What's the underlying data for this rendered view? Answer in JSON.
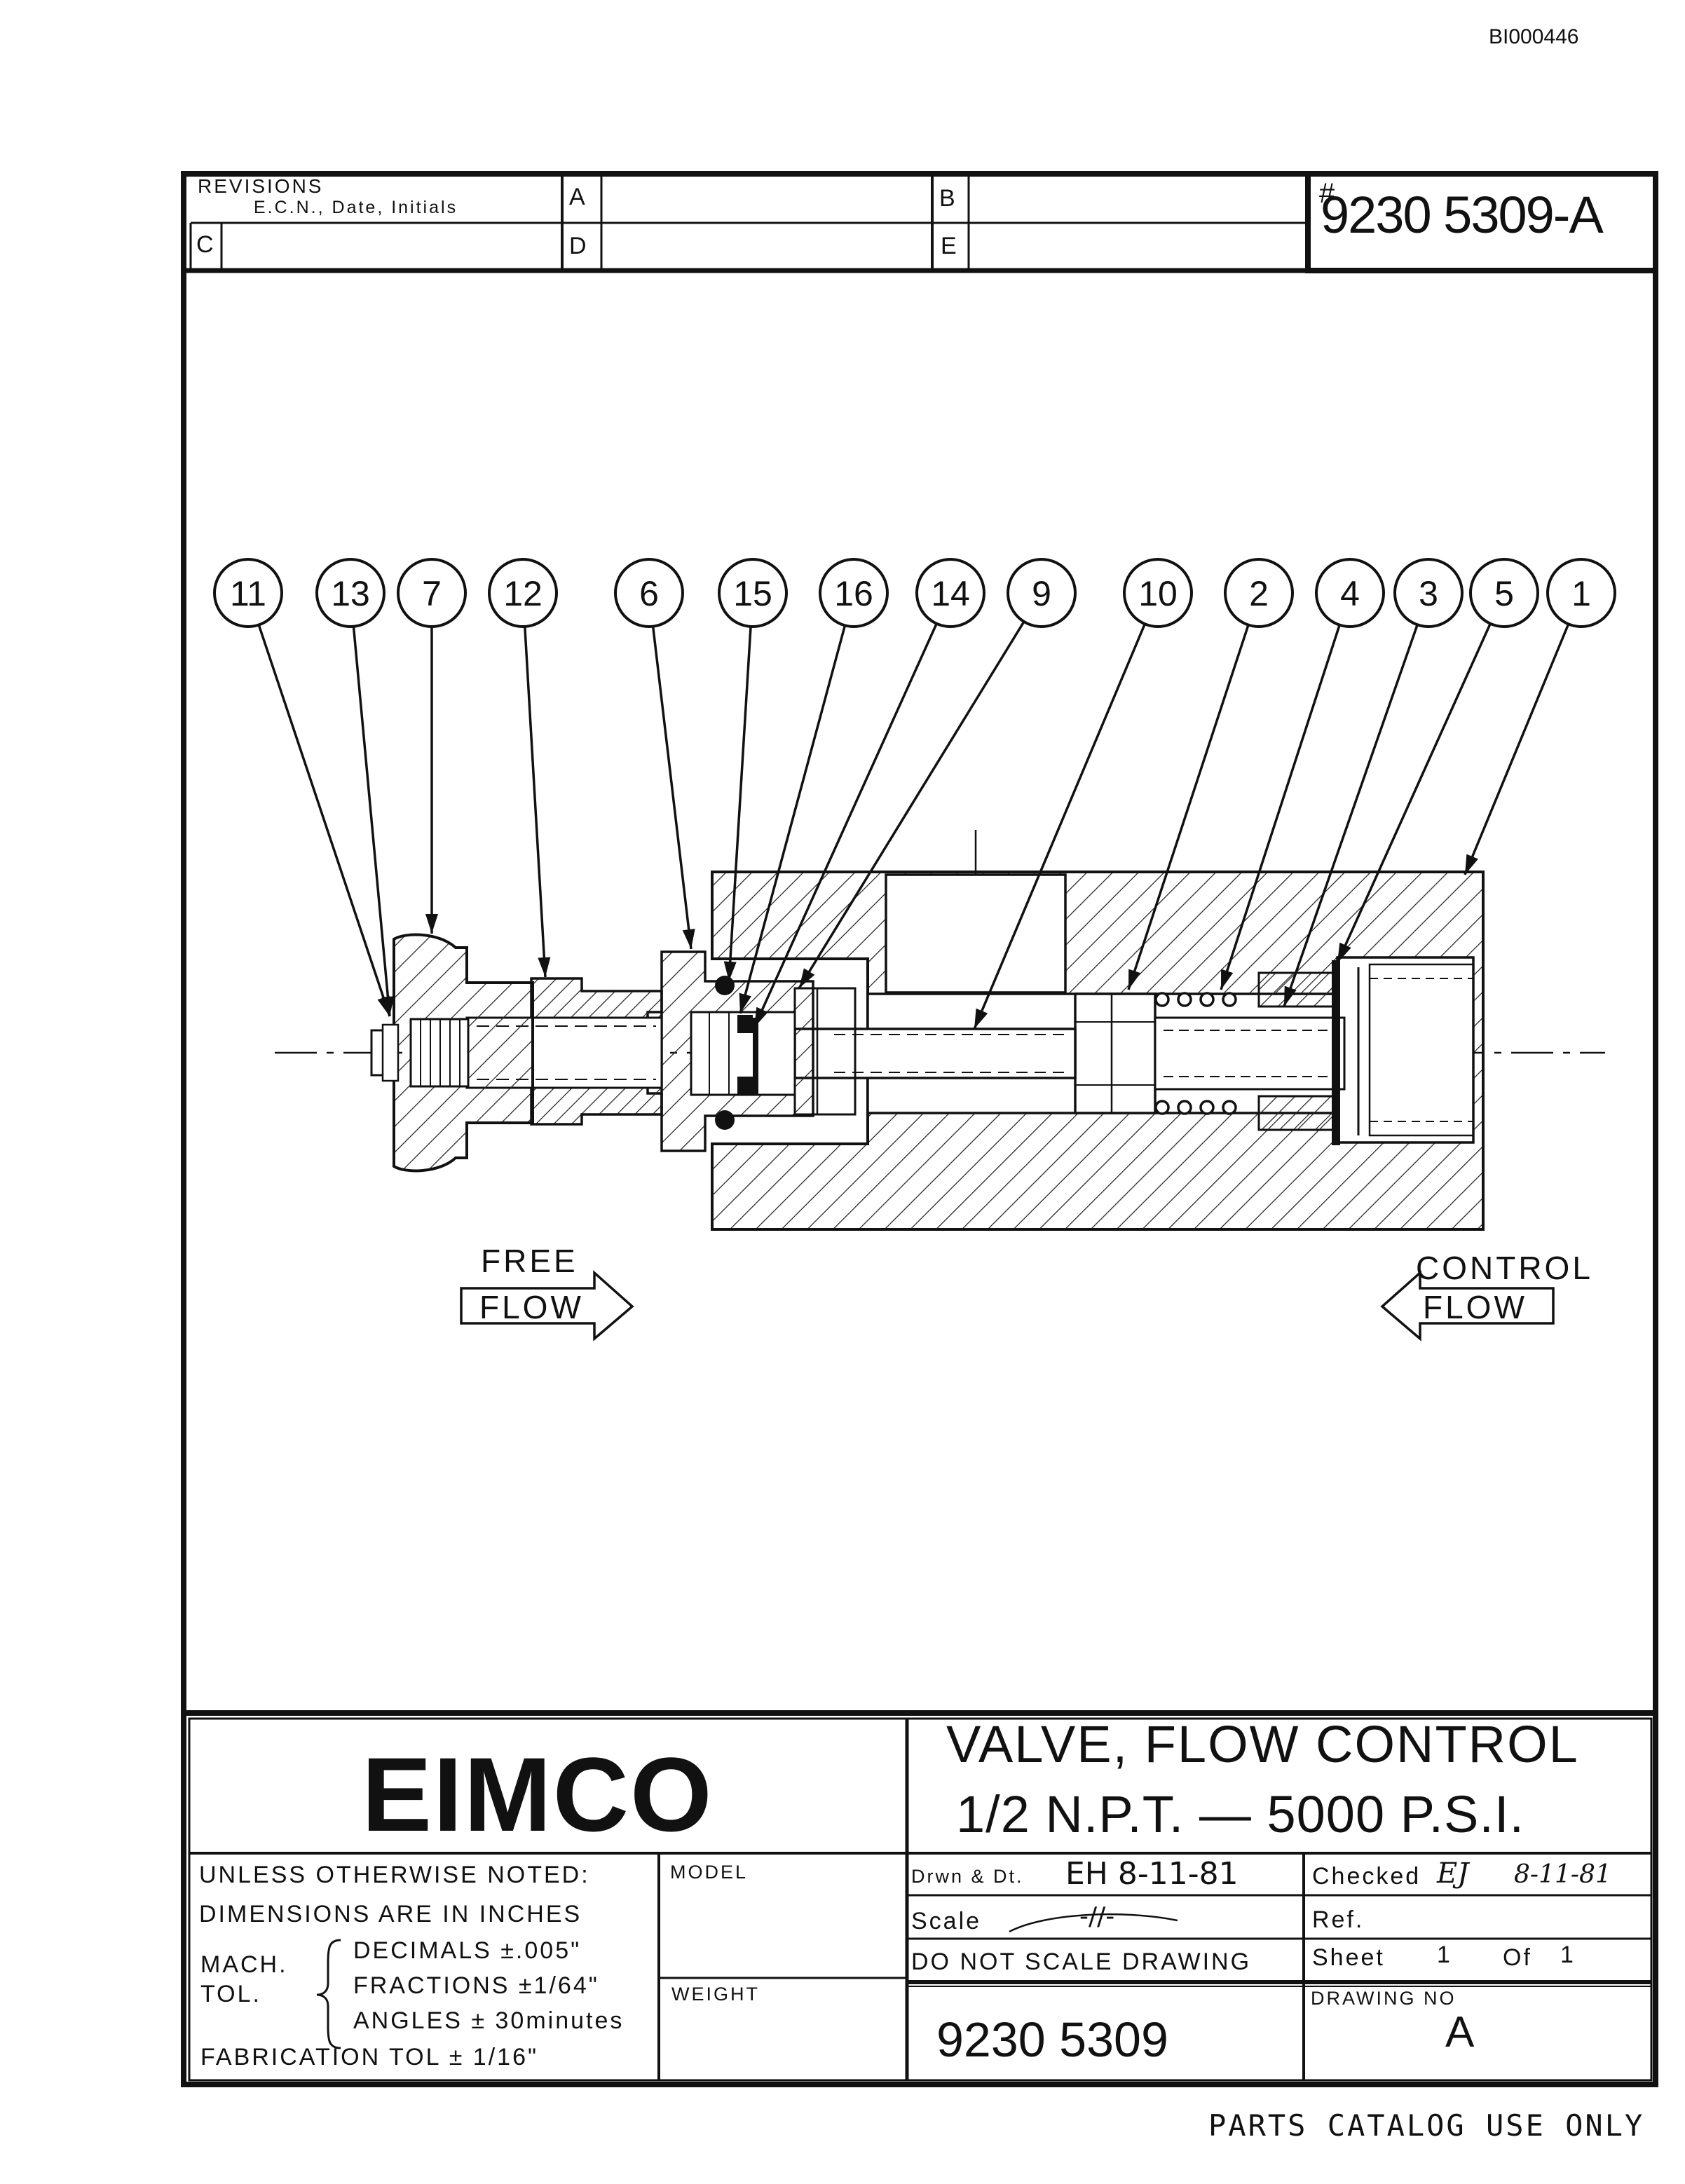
{
  "document_code": "BI000446",
  "revisions": {
    "title": "REVISIONS",
    "subtitle": "E.C.N., Date, Initials",
    "cells": [
      "A",
      "B",
      "C",
      "D",
      "E"
    ],
    "revision_hash": "#",
    "revision_number": "9230 5309-A"
  },
  "drawing": {
    "balloons": [
      "11",
      "13",
      "7",
      "12",
      "6",
      "15",
      "16",
      "14",
      "9",
      "10",
      "2",
      "4",
      "3",
      "5",
      "1"
    ],
    "free_flow": {
      "line1": "FREE",
      "line2": "FLOW"
    },
    "control_flow": {
      "line1": "CONTROL",
      "line2": "FLOW"
    }
  },
  "title_block": {
    "company": "EIMCO",
    "title_line1": "VALVE, FLOW CONTROL",
    "title_line2": "1/2 N.P.T. — 5000 P.S.I.",
    "notes": {
      "line1": "UNLESS OTHERWISE NOTED:",
      "line2": "DIMENSIONS ARE IN INCHES",
      "mach": "MACH.",
      "tol": "TOL.",
      "decimals": "DECIMALS ±.005\"",
      "fractions": "FRACTIONS ±1/64\"",
      "angles": "ANGLES ± 30minutes",
      "fabrication": "FABRICATION TOL ± 1/16\""
    },
    "model_label": "MODEL",
    "weight_label": "WEIGHT",
    "drawn_label": "Drwn & Dt.",
    "drawn_value": "EH 8-11-81",
    "scale_label": "Scale",
    "scale_value": "-//-",
    "do_not_scale": "DO NOT SCALE DRAWING",
    "checked_label": "Checked",
    "checked_initials": "EJ",
    "checked_date": "8-11-81",
    "ref_label": "Ref.",
    "sheet_label": "Sheet",
    "sheet_value": "1",
    "of_label": "Of",
    "of_value": "1",
    "drawing_no_label": "DRAWING NO",
    "drawing_number": "9230 5309",
    "drawing_size": "A"
  },
  "footer_note": "PARTS CATALOG USE ONLY"
}
